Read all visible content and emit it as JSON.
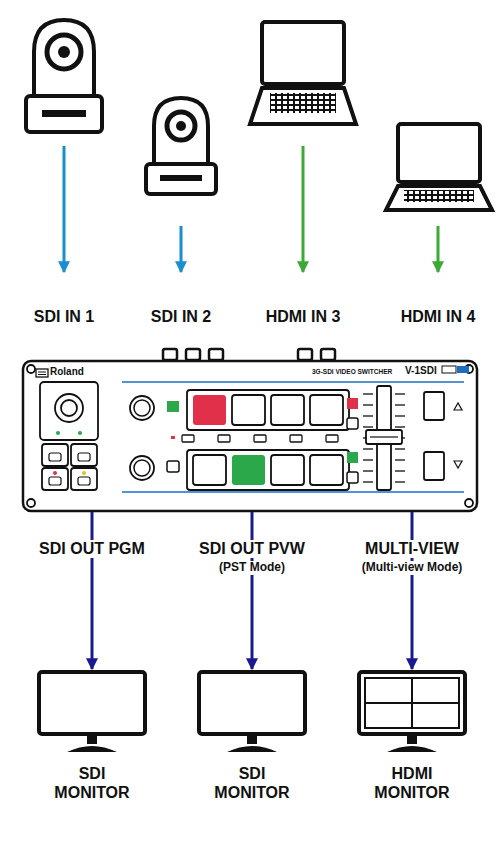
{
  "diagram": {
    "nodes": [
      {
        "text": [
          "Roland",
          "3G-SDI VIDEO SWITCHER",
          "V-1SDI"
        ]
      },
      {
        "text": [
          "SDI MONITOR"
        ]
      },
      {
        "text": [
          "SDI MONITOR"
        ]
      },
      {
        "text": [
          "HDMI MONITOR"
        ]
      }
    ],
    "edges": [
      {
        "from": 0,
        "to": 1,
        "arrow": "to"
      },
      {
        "from": 0,
        "to": 2,
        "arrow": "to"
      },
      {
        "from": 0,
        "to": 3,
        "arrow": "to"
      }
    ],
    "labels": [
      "SDI IN 1",
      "SDI IN 2",
      "HDMI IN 3",
      "HDMI IN 4",
      "SDI OUT PGM",
      "SDI OUT PVW",
      "(PST Mode)",
      "MULTI-VIEW",
      "(Multi-view Mode)"
    ]
  }
}
